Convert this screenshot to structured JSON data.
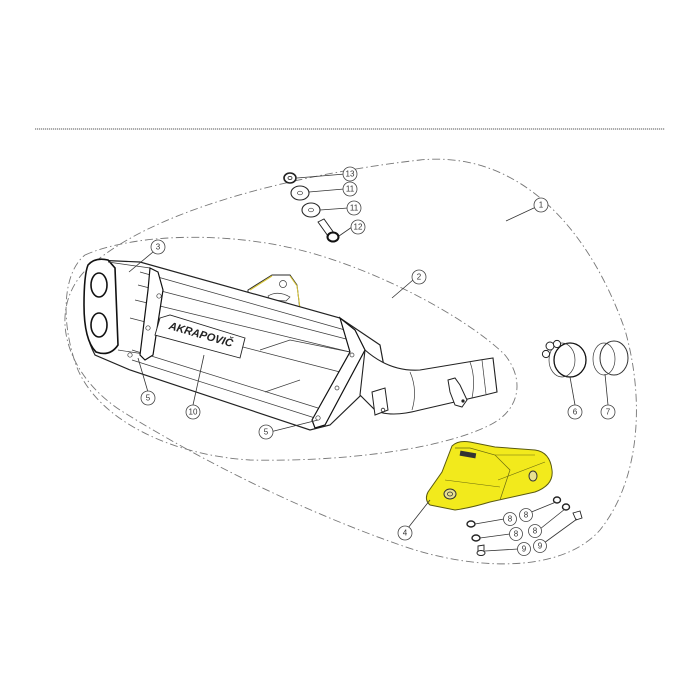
{
  "diagram": {
    "type": "exploded-parts-diagram",
    "subject": "Exhaust system",
    "brand_logo_text": "AKRAPOVIČ",
    "highlight_color": "#f2ea1c",
    "highlighted_part": "4",
    "callouts": [
      {
        "id": "c1",
        "label": "1",
        "part": "assembly outline"
      },
      {
        "id": "c2",
        "label": "2",
        "part": "muffler + link pipe group"
      },
      {
        "id": "c3",
        "label": "3",
        "part": "end cap"
      },
      {
        "id": "c4",
        "label": "4",
        "part": "heat shield"
      },
      {
        "id": "c5a",
        "label": "5",
        "part": "sleeve band (rear)"
      },
      {
        "id": "c5b",
        "label": "5",
        "part": "sleeve band (front)"
      },
      {
        "id": "c6",
        "label": "6",
        "part": "clamp"
      },
      {
        "id": "c7",
        "label": "7",
        "part": "gasket ring"
      },
      {
        "id": "c8a",
        "label": "8",
        "part": "washer"
      },
      {
        "id": "c8b",
        "label": "8",
        "part": "washer"
      },
      {
        "id": "c8c",
        "label": "8",
        "part": "washer"
      },
      {
        "id": "c8d",
        "label": "8",
        "part": "washer"
      },
      {
        "id": "c9a",
        "label": "9",
        "part": "bolt"
      },
      {
        "id": "c9b",
        "label": "9",
        "part": "bolt"
      },
      {
        "id": "c10",
        "label": "10",
        "part": "logo plate"
      },
      {
        "id": "c11a",
        "label": "11",
        "part": "washer"
      },
      {
        "id": "c11b",
        "label": "11",
        "part": "washer"
      },
      {
        "id": "c12",
        "label": "12",
        "part": "bolt"
      },
      {
        "id": "c13",
        "label": "13",
        "part": "nut"
      }
    ]
  },
  "labels": {
    "c1": "1",
    "c2": "2",
    "c3": "3",
    "c4": "4",
    "c5a": "5",
    "c5b": "5",
    "c6": "6",
    "c7": "7",
    "c8a": "8",
    "c8b": "8",
    "c8c": "8",
    "c8d": "8",
    "c9a": "9",
    "c9b": "9",
    "c10": "10",
    "c11a": "11",
    "c11b": "11",
    "c12": "12",
    "c13": "13",
    "logo": "AKRAPOVIČ"
  }
}
